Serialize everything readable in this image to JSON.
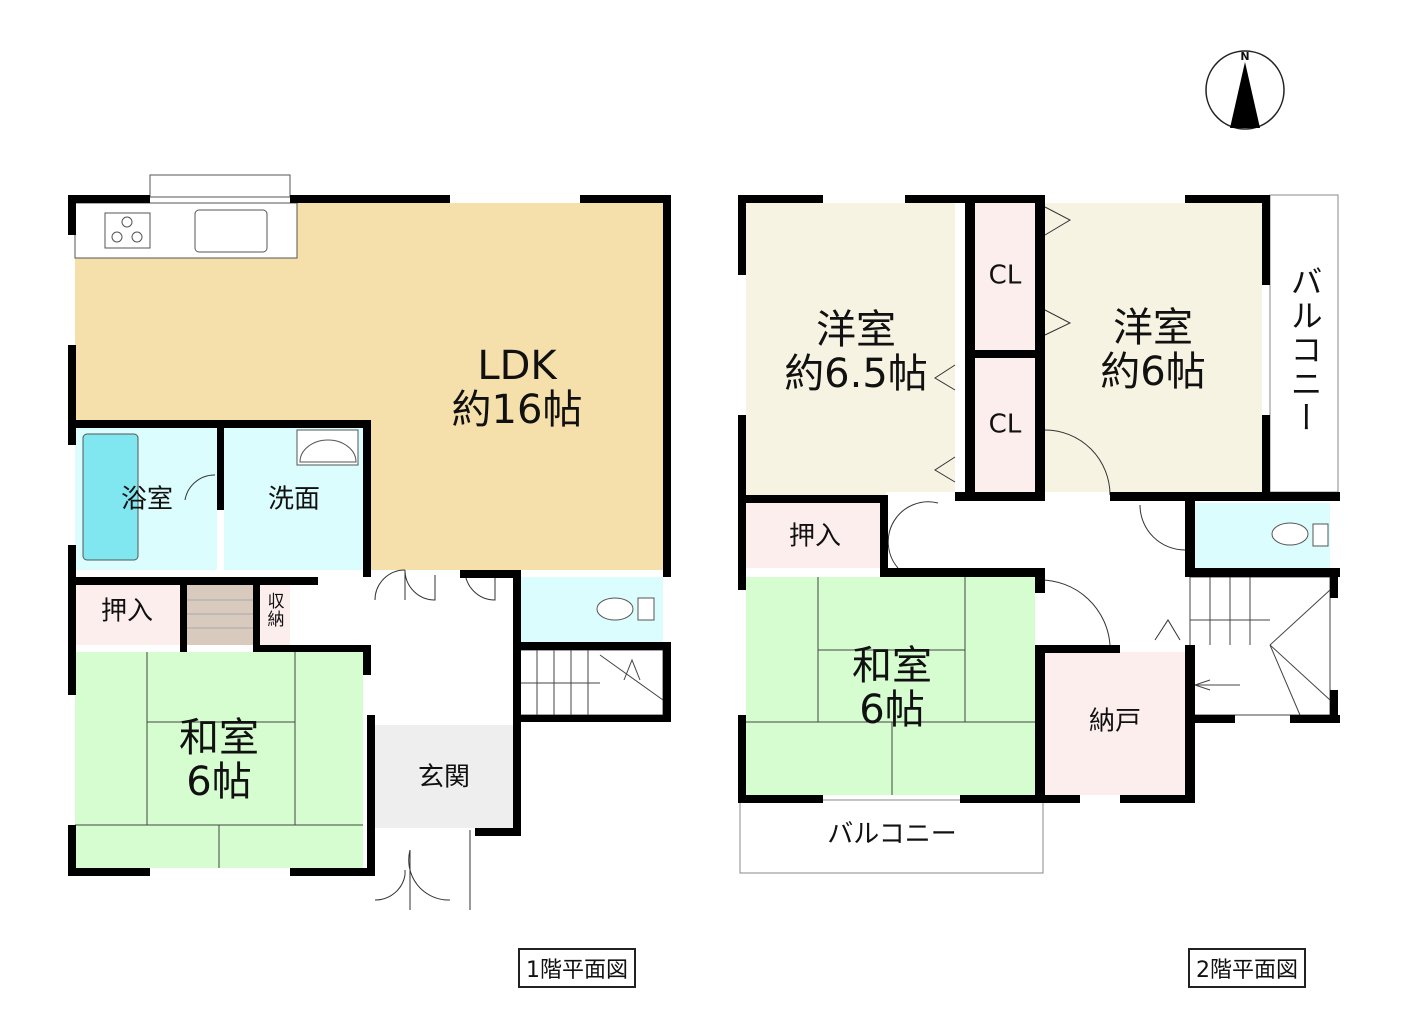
{
  "floor1": {
    "caption": "1階平面図",
    "rooms": {
      "ldk": {
        "name": "LDK",
        "size": "約16帖"
      },
      "bath": {
        "name": "浴室"
      },
      "washroom": {
        "name": "洗面"
      },
      "closet": {
        "name": "押入"
      },
      "storage": {
        "name": "収納"
      },
      "washitsu": {
        "name": "和室",
        "size": "6帖"
      },
      "entrance": {
        "name": "玄関"
      }
    }
  },
  "floor2": {
    "caption": "2階平面図",
    "rooms": {
      "western1": {
        "name": "洋室",
        "size": "約6.5帖"
      },
      "western2": {
        "name": "洋室",
        "size": "約6帖"
      },
      "cl1": {
        "name": "CL"
      },
      "cl2": {
        "name": "CL"
      },
      "closet": {
        "name": "押入"
      },
      "washitsu": {
        "name": "和室",
        "size": "6帖"
      },
      "storeroom": {
        "name": "納戸"
      },
      "balcony_bottom": {
        "name": "バルコニー"
      },
      "balcony_right": {
        "name": "バルコニー"
      }
    }
  },
  "compass": {
    "label": "N"
  },
  "colors": {
    "ldk": "#f5dfaa",
    "wet": "#dcfdfd",
    "tub": "#80e6f0",
    "closet": "#fdeeee",
    "tatami": "#d5fdd0",
    "western": "#f7f3e3",
    "entrance": "#eeeeee",
    "stairs1": "#d8cbbd",
    "wall": "#000000"
  }
}
